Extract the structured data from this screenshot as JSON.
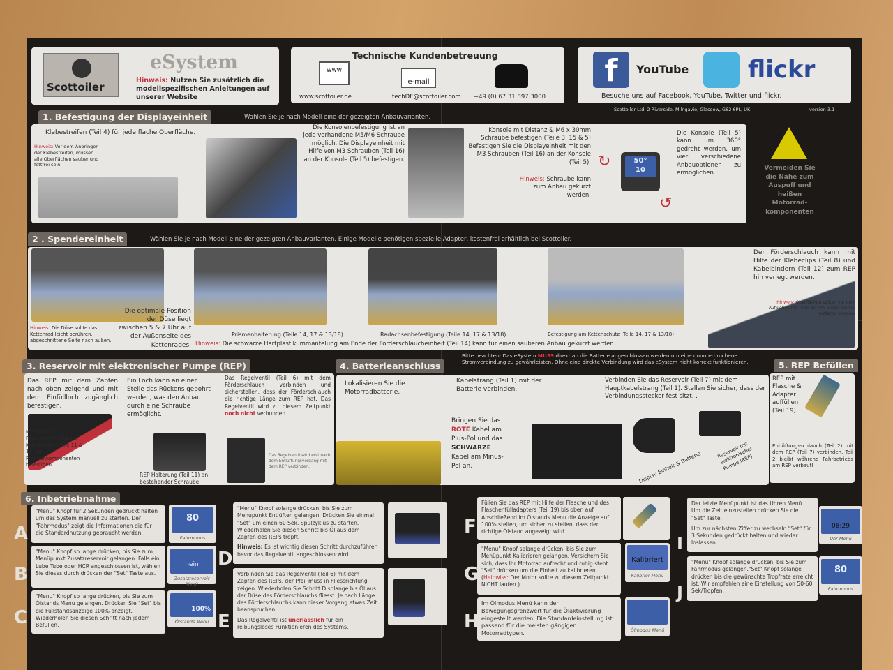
{
  "header": {
    "brand": "Scottoiler",
    "product": "eSystem",
    "hint_label": "Hinweis:",
    "hint_text": "Nutzen Sie zusätzlich die modellspezifischen Anleitungen auf unserer Website",
    "support_title": "Technische Kundenbetreuung",
    "www_icon_text": "www",
    "email_icon_text": "e-mail",
    "website": "www.scottoiler.de",
    "email": "techDE@scottoiler.com",
    "phone": "+49 (0) 67 31 897 3000",
    "social": {
      "youtube": "YouTube",
      "flickr": "flickr",
      "facebook": "f",
      "tagline": "Besuche uns auf Facebook, YouTube, Twitter und flickr."
    },
    "address": "Scottoiler Ltd. 2 Riverside, Milngavie, Glasgow, G62 6PL, UK",
    "version": "version 3.1"
  },
  "s1": {
    "title": "1. Befestigung der Displayeinheit",
    "subtitle": "Wählen Sie je nach Modell eine der gezeigten Anbauvarianten.",
    "t1": "Klebestreifen (Teil 4) für jede flache Oberfläche.",
    "h1_label": "Hinweis:",
    "h1": "Vor dem Anbringen der Klebestreifen, müssen alle Oberflächen sauber und fettfrei sein.",
    "t2": "Die Konsolenbefestigung ist an jede vorhandene M5/M6 Schraube möglich. Die Displayeinheit mit Hilfe von M3 Schrauben (Teil 16) an der Konsole (Teil 5) befestigen.",
    "t3": "Konsole mit Distanz & M6 x 30mm Schraube befestigen (Teile 3, 15 & 5) Befestigen Sie die Displayeinheit mit den M3 Schrauben (Teil 16) an der Konsole (Teil 5).",
    "h3_label": "Hinweis:",
    "h3": "Schraube kann zum Anbau gekürzt werden.",
    "lcd_top": "50°",
    "lcd_bottom": "10",
    "t4": "Die Konsole (Teil 5) kann um 360° gedreht werden, um vier verschiedene Anbauoptionen zu ermöglichen.",
    "warning": "Vermeiden Sie die Nähe zum Auspuff und heißen Motorrad-komponenten"
  },
  "s2": {
    "title": "2 . Spendereinheit",
    "subtitle": "Wählen Sie je nach Modell eine der gezeigten Anbauvarianten.  Einige Modelle benötigen spezielle Adapter, kostenfrei erhältlich bei Scottoiler.",
    "h1_label": "Hinweis:",
    "h1": "Die Düse sollte das Kettenrad leicht berühren, abgeschnittene Seite nach außen.",
    "optimal": "Die optimale Position der Düse liegt zwischen 5 & 7 Uhr auf der Außenseite des Kettenrades.",
    "cap1": "Prismenhalterung (Teile 14, 17 & 13/18)",
    "cap2": "Radachsenbefestigung (Teile 14, 17 & 13/18)",
    "cap3": "Befestigung am Kettenschutz (Teile 14, 17 & 13/18)",
    "h2_label": "Hinweis:",
    "h2": "Die schwarze Hartplastikummantelung am Ende der Förderschlaucheinheit (Teil 14) kann für einen sauberen Anbau gekürzt werden.",
    "t_right": "Der Förderschlauch kann mit Hilfe der Klebeclips (Teil 8) und Kabelbindern (Teil 12) zum REP hin verlegt werden.",
    "h3_label": "Hinweis:",
    "h3": "Oberflächen sollten vor dem Aufkleben mit Hilfe der IPA Tücher (Teil 9) entfettet werden."
  },
  "s3": {
    "title": "3. Reservoir mit elektronischer Pumpe (REP)",
    "t1": "Das REP mit dem Zapfen nach oben zeigend und mit dem Einfüllloch zugänglich befestigen.",
    "t2": "Mit Hilfe der Reservoirhalterung & Kabelbinder (Teile 11 & 12) an Rahmenkomponenten befestigen.",
    "t3": "Ein Loch kann an einer Stelle des Rückens gebohrt werden, was den Anbau durch eine Schraube ermöglicht.",
    "t4": "REP Halterung (Teil 11) an bestehender Schraube",
    "t5a": "Das Regelventil (Teil 6) mit dem Förderschlauch verbinden und sicherstellen, dass der Förderschlauch die richtige Länge zum REP hat. Das Regelventil wird zu diesem Zeitpunkt",
    "t5b": "noch nicht",
    "t5c": "verbunden.",
    "t6": "Das Regelventil wird erst nach dem Entlüftungsvorgang mit dem REP verbinden."
  },
  "s4": {
    "title": "4. Batterieanschluss",
    "note_a": "Bitte beachten: Das eSystem",
    "note_must": "MUSS",
    "note_b": "direkt an die Batterie angeschlossen werden um eine ununterbrochene Stromverbindung zu gewährleisten. Ohne eine direkte Verbindung wird das eSystem nicht korrekt funktionieren.",
    "t1": "Lokalisieren Sie die Motorradbatterie.",
    "t2": "Kabelstrang (Teil 1) mit der Batterie verbinden.",
    "t3a": "Bringen Sie das",
    "t3red": "ROTE",
    "t3b": "Kabel am Plus-Pol und das",
    "t3black": "SCHWARZE",
    "t3c": "Kabel am Minus-Pol an.",
    "t4": "Verbinden Sie das Reservoir (Teil 7) mit dem Hauptkabelstrang (Teil 1). Stellen Sie sicher, dass der Verbindungsstecker fest sitzt. .",
    "lbl1": "Display Einheit & Batterie",
    "lbl2": "Reservoir mit elektronischer Pumpe (REP)"
  },
  "s5": {
    "title": "5. REP Befüllen",
    "t1": "REP mit Flasche & Adapter auffüllen (Teil 19)",
    "t2": "Entlüftungsschlauch (Teil 2) mit dem REP (Teil 7) verbinden. Teil 2 bleibt während Fahrbetriebs am REP verbaut!"
  },
  "s6": {
    "title": "6. Inbetriebnahme",
    "steps": [
      {
        "letter": "A",
        "text": "\"Menu\" Knopf für 2 Sekunden gedrückt halten um das System manuell zu starten. Der \"Fahrmodus\" zeigt die Informationen die für die Standardnutzung gebraucht werden.",
        "screen": "80",
        "caption": "Fahrmodus"
      },
      {
        "letter": "B",
        "text": "\"Menu\" Knopf so lange drücken, bis Sie zum Menüpunkt Zusatzreservoir gelangen. Falls ein Lube Tube oder HCR angeschlossen ist, wählen Sie dieses durch drücken der \"Set\" Taste aus.",
        "screen": "nein",
        "caption": "Zusatzreservoir Menü"
      },
      {
        "letter": "C",
        "text": "\"Menu\" Knopf so lange drücken, bis Sie zum Ölstands Menu gelangen. Drücken Sie \"Set\" bis die Füllstandsanzeige 100% anzeigt. Wiederholen Sie diesen Schritt nach jedem Befüllen.",
        "screen": "100%",
        "caption": "Ölstands Menü"
      },
      {
        "letter": "D",
        "text": "\"Menu\" Knopf solange drücken, bis Sie zum Menupunkt Entlüften gelangen. Drücken Sie einmal \"Set\" um einen 60 Sek. Spülzyklus zu starten. Wiederholen Sie diesen Schritt bis Öl aus dem Zapfen des REPs tropft.",
        "hint_label": "Hinweis:",
        "hint": "Es ist wichtig diesen Schritt durchzuführen bevor das Regelventil angeschlossen wird."
      },
      {
        "letter": "E",
        "text": "Verbinden Sie das Regelventil (Teil 6) mit dem Zapfen des REPs, der Pfeil muss in Fliessrichtung zeigen. Wiederholen Sie Schritt D solange bis Öl aus der Düse des Förderschlauchs fliesst. Je nach Länge des Förderschlauchs kann dieser Vorgang etwas Zeit beanspruchen.",
        "text2a": "Das Regelventil ist",
        "text2red": "unerlässlich",
        "text2b": "für ein reibungsloses Funktionieren des Systems."
      },
      {
        "letter": "F",
        "text": "Füllen Sie das REP mit Hilfe der Flasche und des Flaschenfülladapters (Teil 19) bis oben auf. Anschließend im Ölstands Menu die Anzeige auf 100% stellen, um sicher zu stellen, dass der richtige Ölstand angezeigt wird."
      },
      {
        "letter": "G",
        "text": "\"Menu\" Knopf solange drücken, bis Sie zum Menüpunkt Kalibrieren gelangen. Versichern Sie sich, dass Ihr Motorrad aufrecht und ruhig steht. \"Set\" drücken um die Einheit zu kalibrieren. (",
        "hint": "Heinwiss:",
        "text_b": "Der Motor sollte zu diesem Zeitpunkt NICHT laufen.)",
        "screen": "Kalibriert",
        "caption": "Kalibrier Menü"
      },
      {
        "letter": "H",
        "text": "Im Ölmodus Menü kann der Bewegungsgrenzwert für die Ölaktivierung eingestellt werden. Die Standardeinstellung ist passend für die meisten gängigen Motorradtypen.",
        "caption": "Ölmodus Menü"
      },
      {
        "letter": "I",
        "text": "Der letzte Menüpunkt ist das Uhren Menü. Um die Zeit einzustellen drücken Sie die \"Set\" Taste.",
        "text2": "Um zur nächsten Ziffer zu wechseln \"Set\" für 3 Sekunden gedrückt halten und wieder loslassen.",
        "screen": "08:29",
        "caption": "Uhr Menü"
      },
      {
        "letter": "J",
        "text": "\"Menu\" Knopf solange drücken, bis Sie zum Fahrmodus gelangen.\"Set\" Knopf solange drücken bis die gewünschte Tropfrate erreicht ist. Wir empfehlen eine Einstellung von 50-60 Sek/Tropfen.",
        "screen": "80",
        "caption": "Fahrmodus"
      }
    ]
  },
  "colors": {
    "accent_red": "#c0303a",
    "lcd": "#3d5fa8",
    "panel": "#e9e7e3",
    "poster": "#1c1917"
  }
}
